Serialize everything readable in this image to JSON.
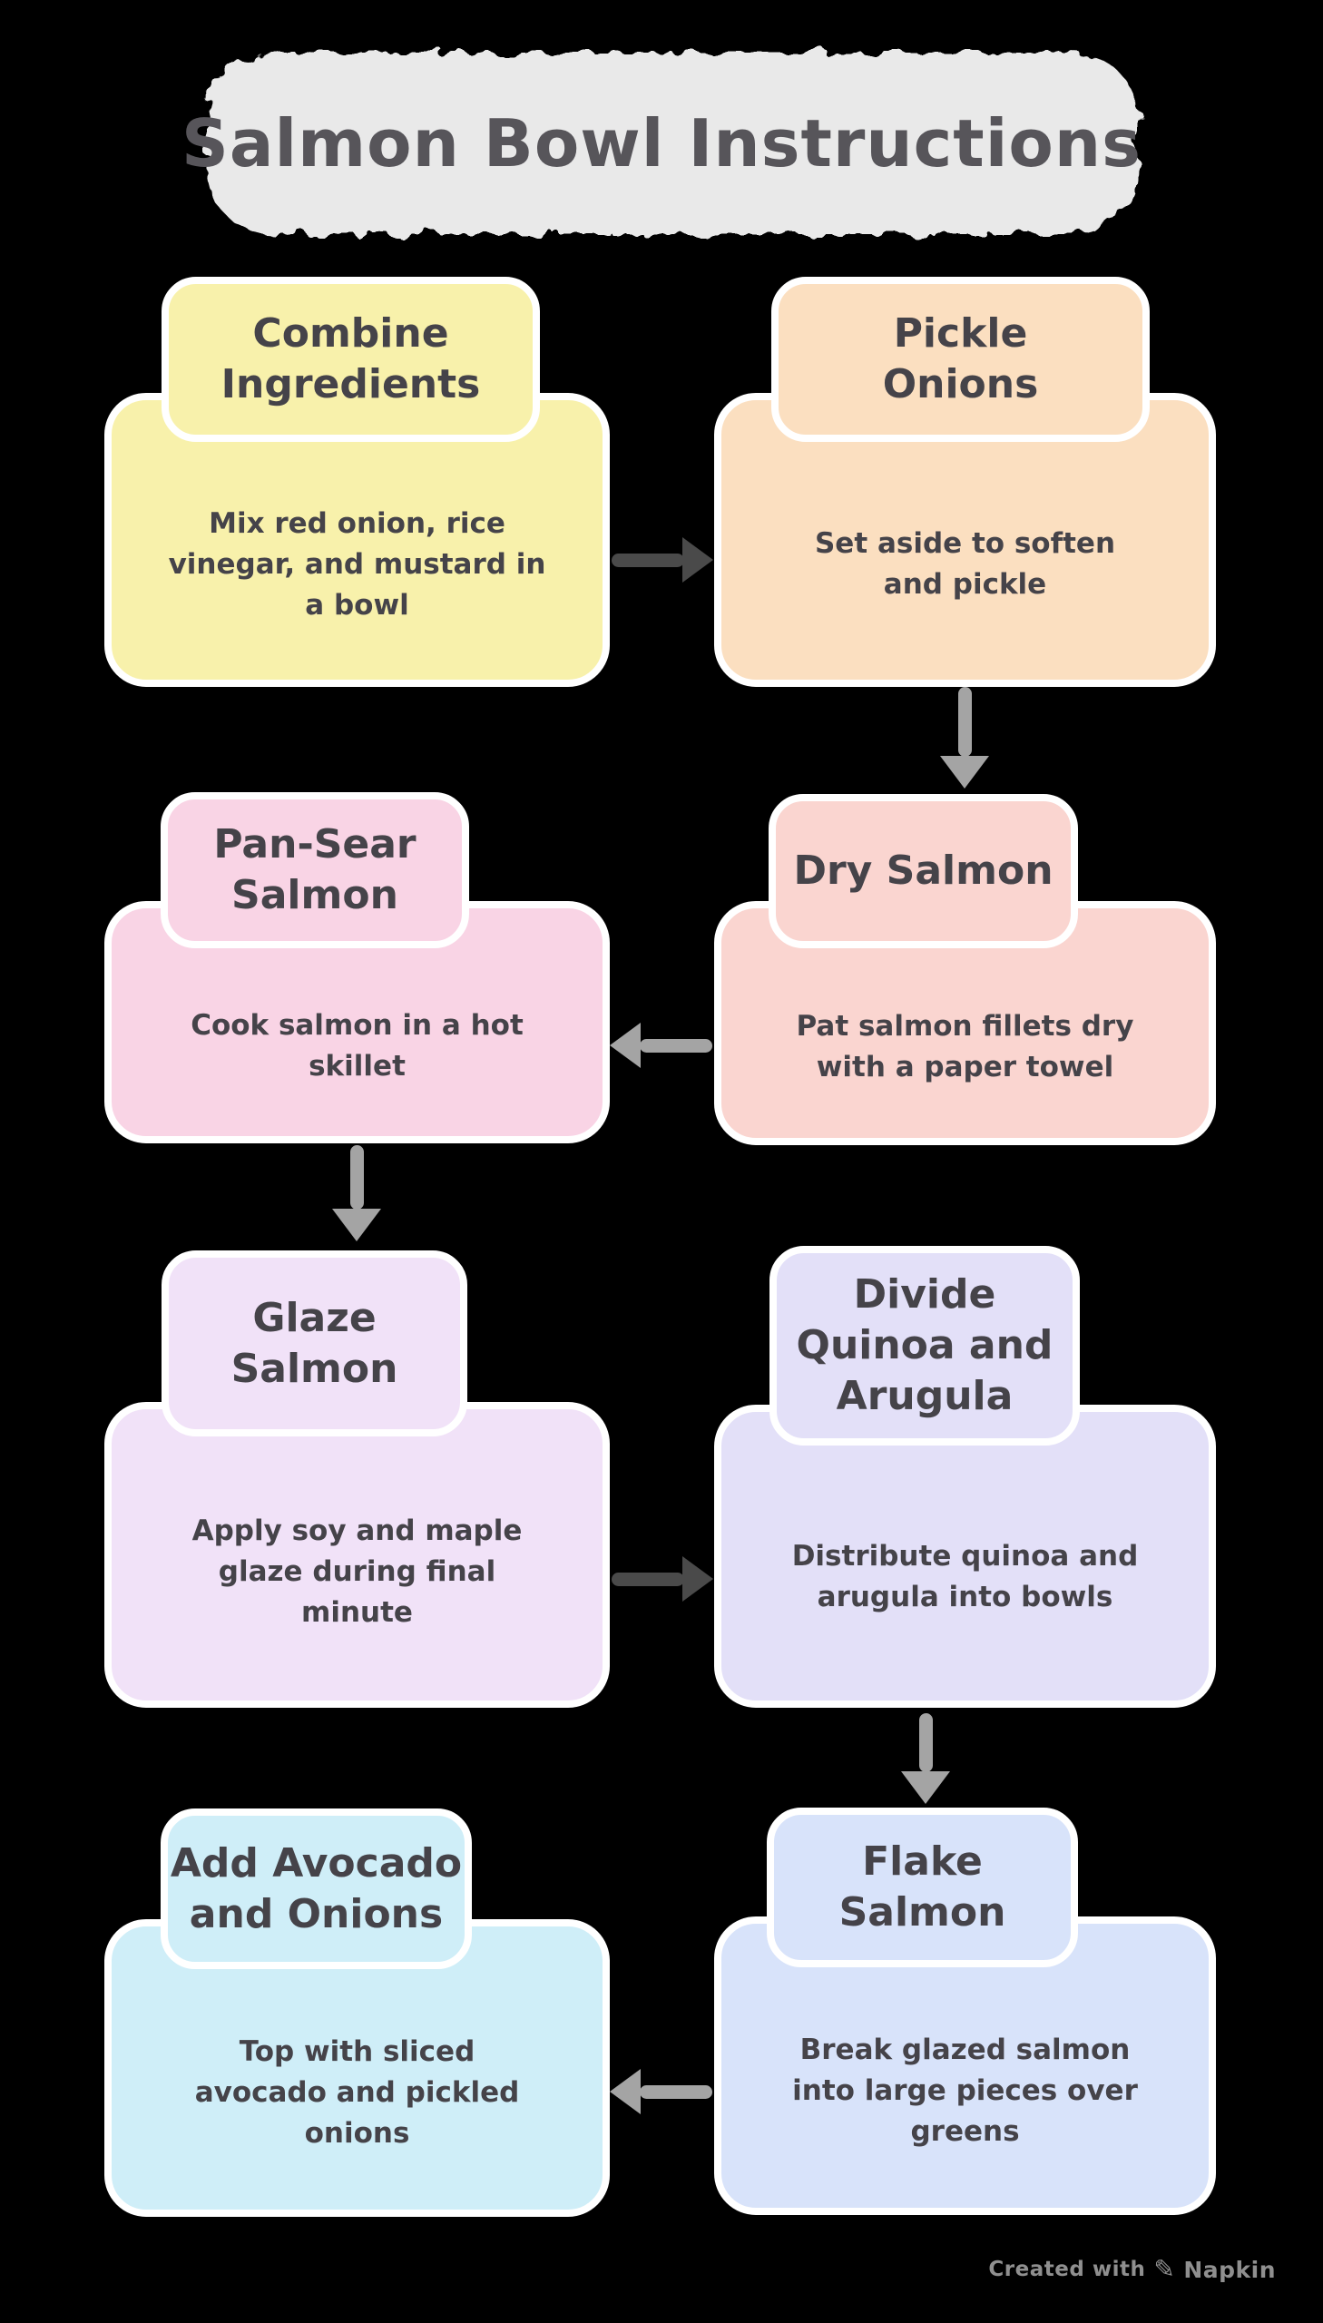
{
  "title": "Salmon Bowl Instructions",
  "colors": {
    "background": "#000000",
    "title_blob": "#e9e9e9",
    "title_text": "#57555a",
    "node_text": "#454349",
    "node_outline": "#ffffff",
    "arrow_dark": "#4a4a4a",
    "arrow_light": "#a4a4a4",
    "watermark_text": "#8f8f8f"
  },
  "nodes": [
    {
      "id": "combine-ingredients",
      "title": "Combine\nIngredients",
      "description": "Mix red onion, rice\nvinegar, and mustard in\na bowl",
      "fill": "#f8f1ab"
    },
    {
      "id": "pickle-onions",
      "title": "Pickle\nOnions",
      "description": "Set aside to soften\nand pickle",
      "fill": "#fbdfc0"
    },
    {
      "id": "pan-sear-salmon",
      "title": "Pan-Sear\nSalmon",
      "description": "Cook salmon in a hot\nskillet",
      "fill": "#f9d4e5"
    },
    {
      "id": "dry-salmon",
      "title": "Dry Salmon",
      "description": "Pat salmon fillets dry\nwith a paper towel",
      "fill": "#fad5d0"
    },
    {
      "id": "glaze-salmon",
      "title": "Glaze\nSalmon",
      "description": "Apply soy and maple\nglaze during final\nminute",
      "fill": "#f1e2f8"
    },
    {
      "id": "divide-quinoa-and-arugula",
      "title": "Divide\nQuinoa and\nArugula",
      "description": "Distribute quinoa and\narugula into bowls",
      "fill": "#e3e0f8"
    },
    {
      "id": "add-avocado-and-onions",
      "title": "Add Avocado\nand Onions",
      "description": "Top with sliced\navocado and pickled\nonions",
      "fill": "#cfeef8"
    },
    {
      "id": "flake-salmon",
      "title": "Flake\nSalmon",
      "description": "Break glazed salmon\ninto large pieces over\ngreens",
      "fill": "#d8e3fa"
    }
  ],
  "edges": [
    {
      "from": "combine-ingredients",
      "to": "pickle-onions",
      "direction": "right"
    },
    {
      "from": "pickle-onions",
      "to": "dry-salmon",
      "direction": "down"
    },
    {
      "from": "dry-salmon",
      "to": "pan-sear-salmon",
      "direction": "left"
    },
    {
      "from": "pan-sear-salmon",
      "to": "glaze-salmon",
      "direction": "down"
    },
    {
      "from": "glaze-salmon",
      "to": "divide-quinoa-and-arugula",
      "direction": "right"
    },
    {
      "from": "divide-quinoa-and-arugula",
      "to": "flake-salmon",
      "direction": "down"
    },
    {
      "from": "flake-salmon",
      "to": "add-avocado-and-onions",
      "direction": "left"
    }
  ],
  "watermark": {
    "prefix": "Created with",
    "brand": "Napkin",
    "logo_icon": "pen-icon"
  }
}
